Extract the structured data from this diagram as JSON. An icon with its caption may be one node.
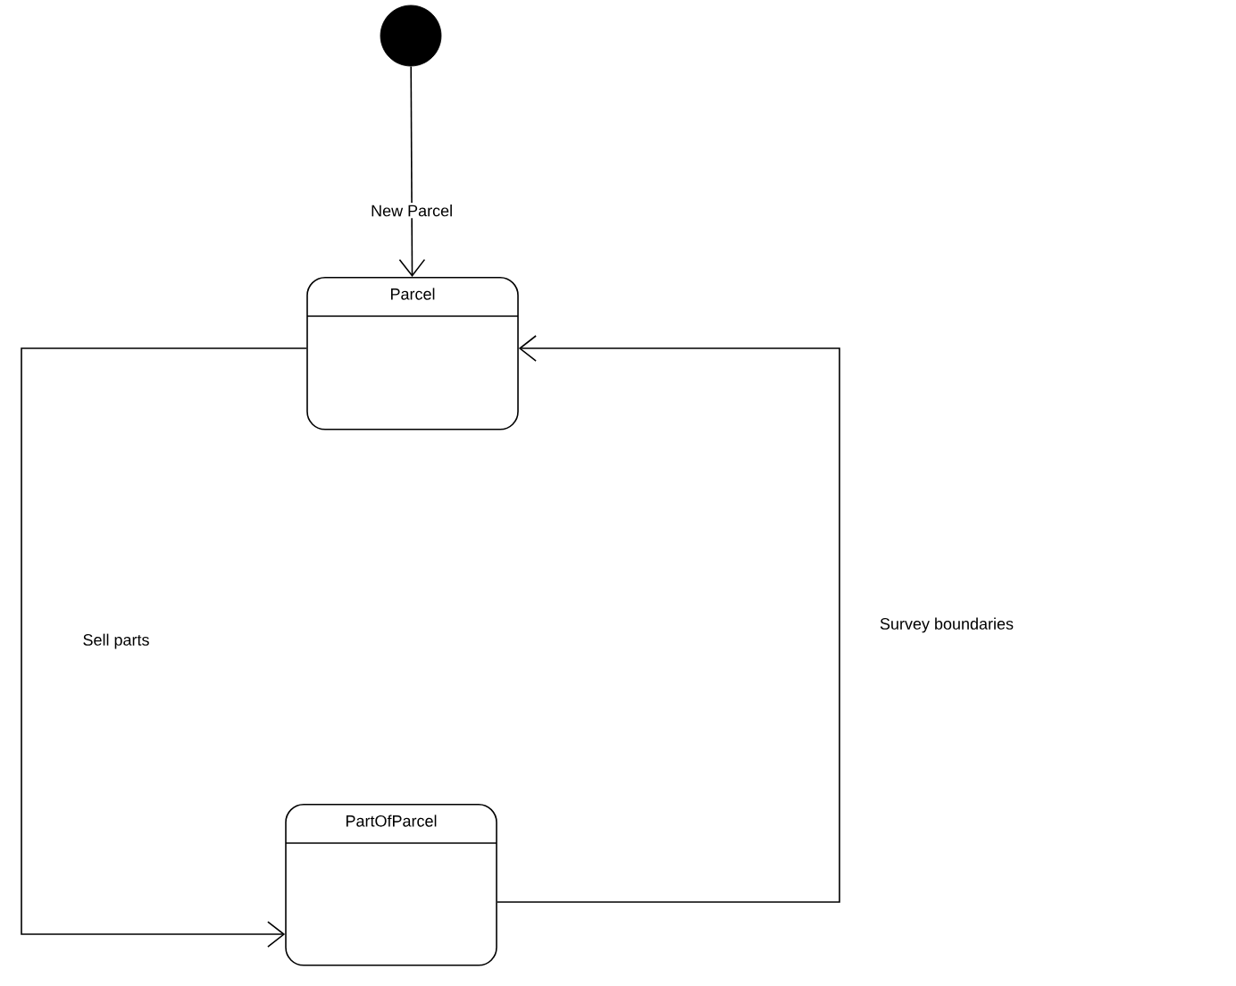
{
  "diagram": {
    "nodes": [
      {
        "text": [],
        "shape": "circle"
      },
      {
        "text": [
          "Parcel"
        ]
      },
      {
        "text": [
          "PartOfParcel"
        ]
      }
    ],
    "edges": [
      {
        "from": 0,
        "to": 1,
        "arrow": "to",
        "label": "New Parcel"
      },
      {
        "from": 1,
        "to": 2,
        "arrow": "to",
        "label": "Sell parts"
      },
      {
        "from": 2,
        "to": 1,
        "arrow": "to",
        "label": "Survey boundaries"
      }
    ]
  }
}
